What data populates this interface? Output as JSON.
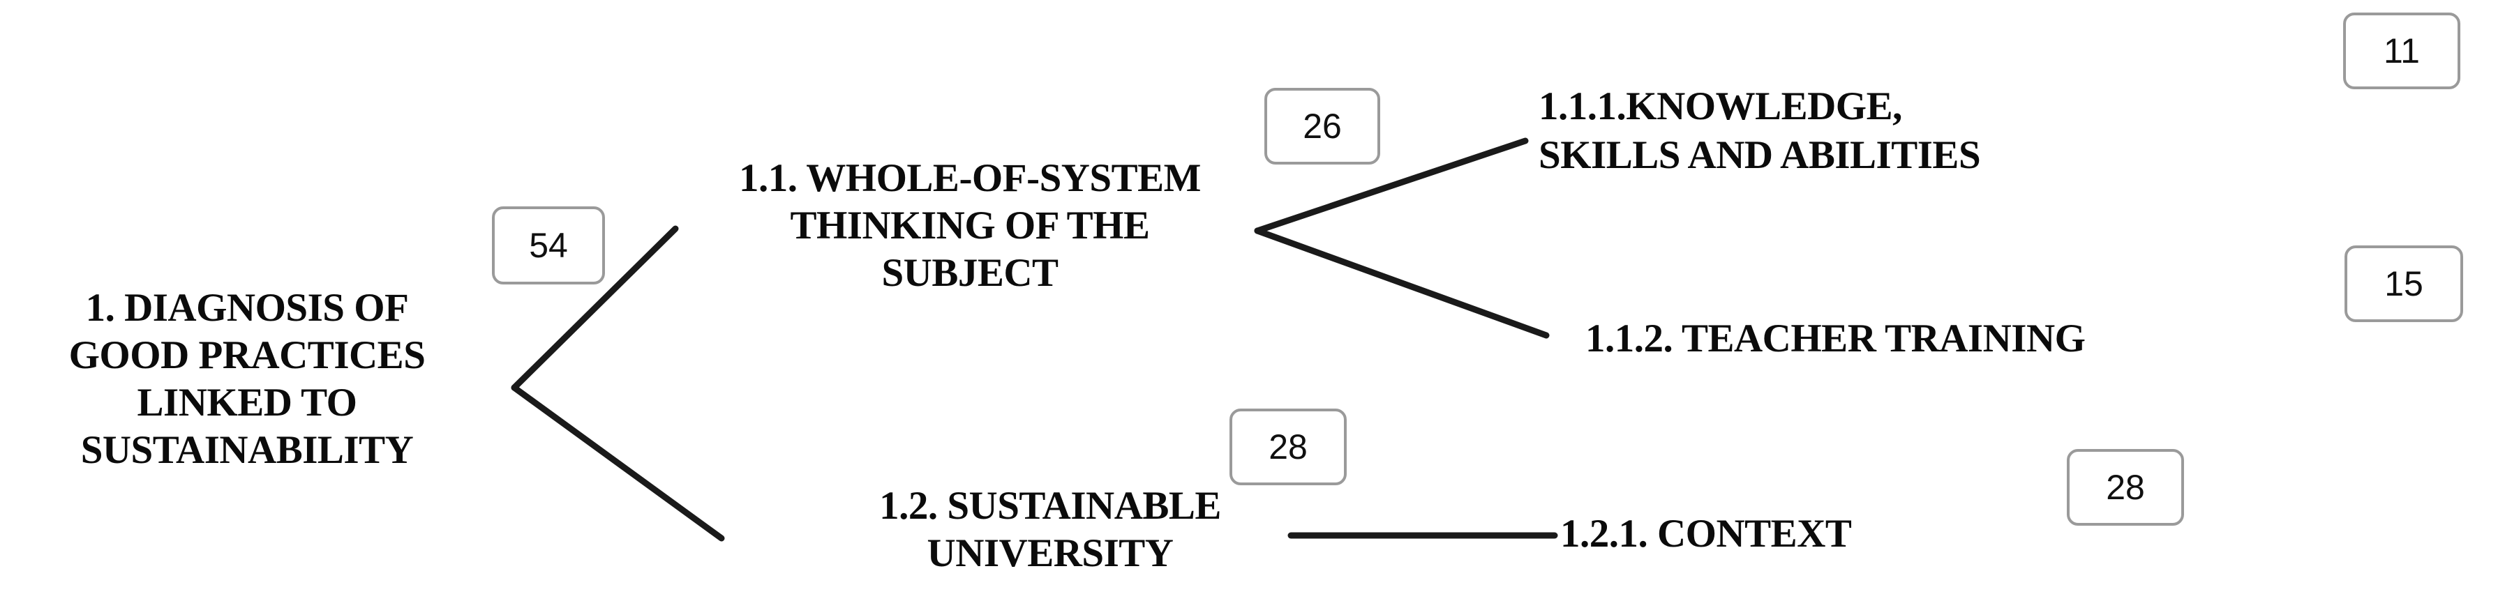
{
  "diagram": {
    "type": "tree",
    "title": "1. DIAGNOSIS OF GOOD PRACTICES LINKED TO SUSTAINABILITY",
    "orientation": "left-to-right",
    "line_color": "#1a1a1a",
    "badge_border_color": "#9a9a9a",
    "badge_text_color": "#101010",
    "node_text_color": "#0b0b0b",
    "background_color": "#ffffff"
  },
  "nodes": {
    "root": {
      "id": "1",
      "label": "1. DIAGNOSIS OF\nGOOD PRACTICES\nLINKED TO\nSUSTAINABILITY",
      "count": "54",
      "level": 1
    },
    "n1_1": {
      "id": "1.1",
      "label": "1.1. WHOLE-OF-SYSTEM\nTHINKING OF THE\nSUBJECT",
      "count": "26",
      "level": 2
    },
    "n1_1_1": {
      "id": "1.1.1",
      "label": "1.1.1.KNOWLEDGE,\nSKILLS AND ABILITIES",
      "count": "11",
      "level": 3
    },
    "n1_1_2": {
      "id": "1.1.2",
      "label": "1.1.2. TEACHER TRAINING",
      "count": "15",
      "level": 3
    },
    "n1_2": {
      "id": "1.2",
      "label": "1.2. SUSTAINABLE\nUNIVERSITY",
      "count": "28",
      "level": 2
    },
    "n1_2_1": {
      "id": "1.2.1",
      "label": "1.2.1. CONTEXT",
      "count": "28",
      "level": 3
    }
  },
  "badges": {
    "root_count": "54",
    "n1_1_count": "26",
    "n1_1_1_count": "11",
    "n1_1_2_count": "15",
    "n1_2_count": "28",
    "n1_2_1_count": "28"
  },
  "edges": [
    {
      "from": "1",
      "to": "1.1",
      "style": "bracket"
    },
    {
      "from": "1",
      "to": "1.2",
      "style": "bracket"
    },
    {
      "from": "1.1",
      "to": "1.1.1",
      "style": "bracket"
    },
    {
      "from": "1.1",
      "to": "1.1.2",
      "style": "bracket"
    },
    {
      "from": "1.2",
      "to": "1.2.1",
      "style": "line"
    }
  ]
}
